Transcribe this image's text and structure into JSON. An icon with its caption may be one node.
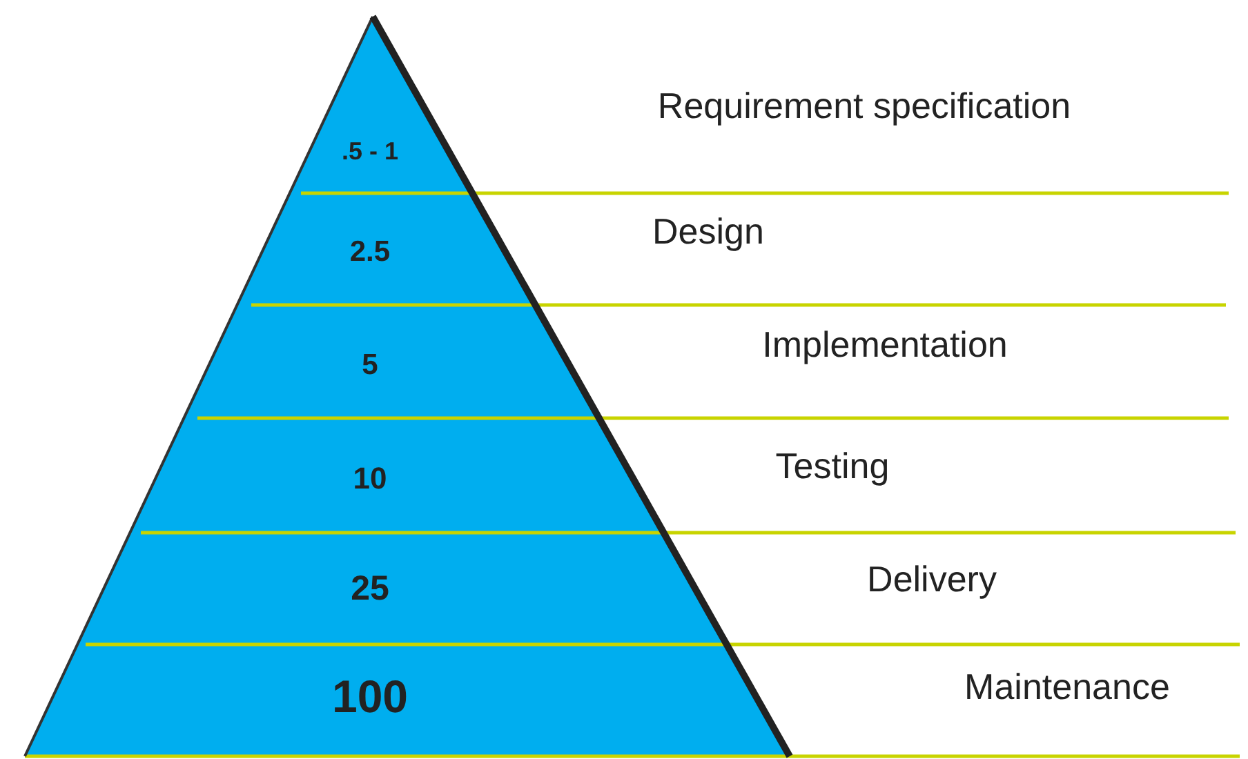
{
  "diagram": {
    "nodes": [
      {
        "text": [
          ".5 - 1"
        ]
      },
      {
        "text": [
          "2.5"
        ]
      },
      {
        "text": [
          "5"
        ]
      },
      {
        "text": [
          "10"
        ]
      },
      {
        "text": [
          "25"
        ]
      },
      {
        "text": [
          "100"
        ]
      }
    ],
    "labels": [
      "Requirement specification",
      "Design",
      "Implementation",
      "Testing",
      "Delivery",
      "Maintenance"
    ]
  }
}
